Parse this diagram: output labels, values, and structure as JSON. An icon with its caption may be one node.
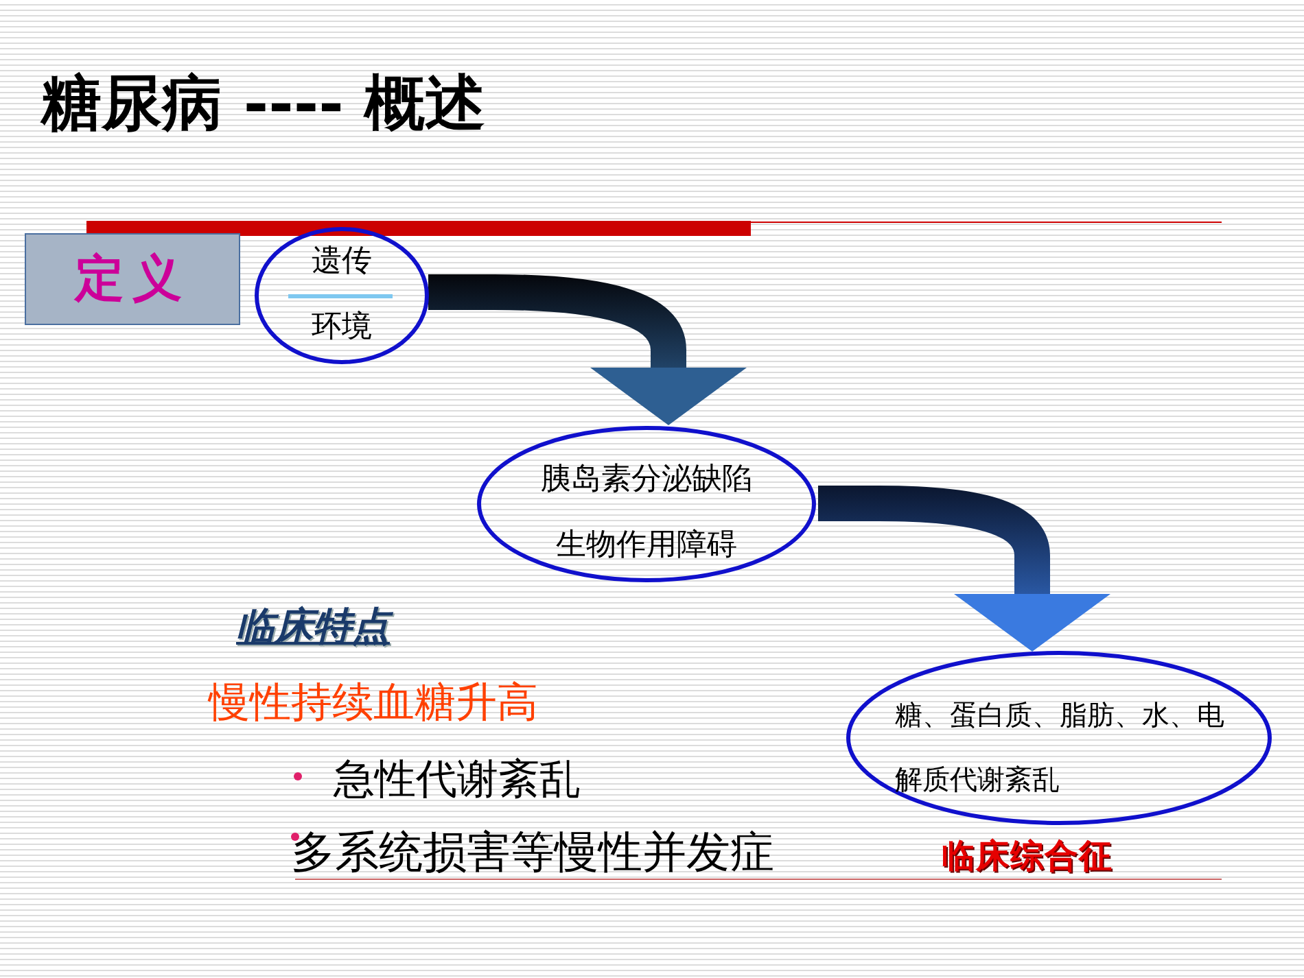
{
  "diagram": {
    "title": "糖尿病 ---- 概述",
    "nodes": [
      {
        "text": [
          "定义"
        ]
      },
      {
        "text": [
          "遗传",
          "环境"
        ]
      },
      {
        "text": [
          "胰岛素分泌缺陷",
          "生物作用障碍"
        ]
      },
      {
        "text": [
          "糖、蛋白质、脂肪、水、电解质代谢紊乱"
        ],
        "beside": [
          "临床综合征"
        ]
      }
    ],
    "edges": [
      {
        "from": 1,
        "to": 2,
        "arrow": "to"
      },
      {
        "from": 2,
        "to": 3,
        "arrow": "to"
      }
    ],
    "labels": [
      "临床特点",
      "慢性持续血糖升高",
      "急性代谢紊乱",
      "多系统损害等慢性并发症"
    ]
  }
}
